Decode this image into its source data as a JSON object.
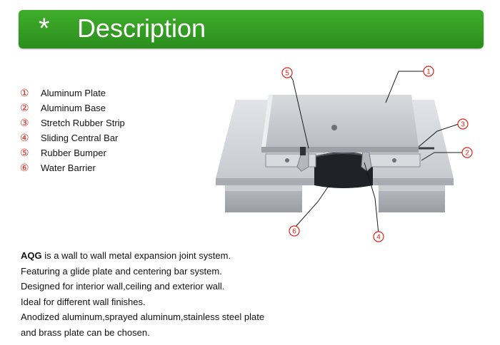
{
  "header": {
    "icon": "asterisk-icon",
    "title": "Description"
  },
  "legend": [
    {
      "num": "①",
      "label": "Aluminum Plate"
    },
    {
      "num": "②",
      "label": "Aluminum Base"
    },
    {
      "num": "③",
      "label": "Stretch Rubber Strip"
    },
    {
      "num": "④",
      "label": "Sliding Central Bar"
    },
    {
      "num": "⑤",
      "label": "Rubber Bumper"
    },
    {
      "num": "⑥",
      "label": "Water Barrier"
    }
  ],
  "diagram": {
    "callouts": [
      "1",
      "2",
      "3",
      "4",
      "5",
      "6"
    ]
  },
  "description": {
    "brand": "AQG",
    "first_line_rest": " is a wall to wall metal expansion joint system.",
    "lines": [
      "Featuring a glide plate and centering bar system.",
      "Designed for interior wall,ceiling and exterior wall.",
      "Ideal for different wall finishes.",
      "Anodized aluminum,sprayed aluminum,stainless steel plate",
      "and brass plate can be chosen."
    ]
  },
  "colors": {
    "header_green": "#2e9421",
    "accent_red": "#d7261c"
  }
}
